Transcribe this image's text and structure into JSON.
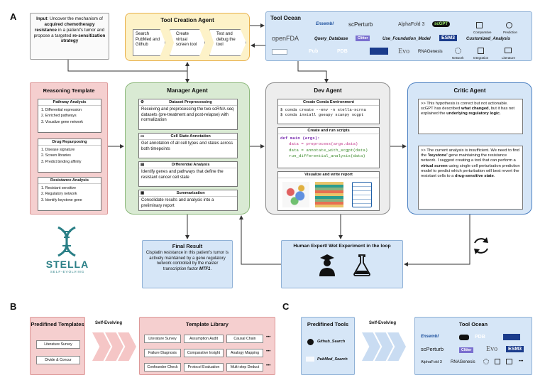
{
  "letters": {
    "a": "A",
    "b": "B",
    "c": "C"
  },
  "input": {
    "label": "Input",
    "text1": "Uncover the mechanism of",
    "bold1": "acquired chemotherapy resistance",
    "text2": "in a patient's tumor and propose a targeted",
    "bold2": "re-sensitization strategy"
  },
  "tool_creation": {
    "title": "Tool Creation Agent",
    "steps": [
      "Search PubMed and Github",
      "Create virtual screen tool",
      "Test and debug the tool"
    ]
  },
  "tool_ocean_a": {
    "title": "Tool Ocean",
    "row1": [
      "Ensembl",
      "scPerturb",
      "AlphaFold 3",
      "scGPT",
      "Comparative",
      "Prediction"
    ],
    "row2": [
      "openFDA",
      "Query_Database",
      "Clitter",
      "Use_Foundation_Model",
      "ESM3",
      "Customized_Analysis"
    ],
    "row3": [
      "Pub",
      "PDB",
      "Evo",
      "RNAGenesis",
      "Network",
      "Integration",
      "Literature"
    ]
  },
  "reasoning": {
    "title": "Reasoning Template",
    "groups": [
      {
        "name": "Pathway Analysis",
        "items": [
          "1. Differential expression",
          "2. Enriched pathways",
          "3. Visualize gene network"
        ]
      },
      {
        "name": "Drug Repurposing",
        "items": [
          "1. Disease signature",
          "2. Screen libraries",
          "3. Predict binding affinity"
        ]
      },
      {
        "name": "Resistance Analysis",
        "items": [
          "1. Resistant sensitive",
          "2. Regulatory network",
          "3. Identify keystone gene"
        ]
      }
    ]
  },
  "manager": {
    "title": "Manager Agent",
    "sections": [
      {
        "name": "Dataset Preprocessing",
        "text": "Receiving and preprocessing the two scRNA-seq datasets (pre-treatment and post-relapse) with normalization"
      },
      {
        "name": "Cell State Annotation",
        "text": "Get annotation of all cell types and states across both timepoints"
      },
      {
        "name": "Differential Analysis",
        "text": "Identify genes and pathways that define the resistant cancer cell state"
      },
      {
        "name": "Summarization",
        "text": "Consolidate results and analysis into a preliminary report"
      }
    ]
  },
  "dev": {
    "title": "Dev Agent",
    "env_title": "Create Conda Environment",
    "env_lines": [
      "$ conda create --env -n stella-scrna",
      "$ conda install gseapy scanpy scgpt"
    ],
    "script_title": "Create and run scripts",
    "code": [
      "def main (args):",
      "data = preprocess(args.data)",
      "data = annotate_with_scgpt(data)",
      "run_differential_analysis(data)"
    ],
    "viz_title": "Visualize and write report"
  },
  "critic": {
    "title": "Critic Agent",
    "p1a": ">> This hypothesis is correct but not actionable. scGPT has described",
    "p1b": "what changed",
    "p1c": ", but it has not explained the",
    "p1d": "underlying regulatory logic.",
    "p2a": ">> The current analysis is insufficient. We need to find the",
    "p2b": "'keystone'",
    "p2c": "gene maintaining the resistance network. I suggest creating a tool that can perform a",
    "p2d": "virtual screen",
    "p2e": "using single cell perturbation prediction model to predict which perturbation will best revert the resistant cells to a",
    "p2f": "drug-sensitive state",
    "p2g": "."
  },
  "final": {
    "title": "Final Result",
    "text1": "Cisplatin resistance in this patient's tumor is actively maintained by a gene regulatory network controlled by the master transcription factor",
    "bold": "MTF1",
    "text2": "."
  },
  "human": {
    "title": "Human Expert/ Wet Experiment in the loop"
  },
  "stella": {
    "name": "STELLA",
    "tag": "SELF-EVOLVING"
  },
  "panel_b": {
    "predefined_title": "Predifined Templates",
    "predefined_items": [
      "Literature Survey",
      "Divide & Concur"
    ],
    "self_evolving": "Self-Evolving",
    "library_title": "Template Library",
    "library_items": [
      "Literature Survey",
      "Assumption Audit",
      "Causal Chain",
      "Failure Diagnosis",
      "Comparative Insight",
      "Analogy Mapping",
      "Confounder Check",
      "Protocol Evaluation",
      "Multi-step Deduct"
    ],
    "ellipsis": "•••"
  },
  "panel_c": {
    "predefined_title": "Predifined Tools",
    "predefined_items": [
      "Github_Search",
      "PubMed_Search"
    ],
    "self_evolving": "Self-Evolving",
    "ocean_title": "Tool Ocean",
    "ocean_items": [
      "Ensembl",
      "PDB",
      "scPerturb",
      "Clitter",
      "Evo",
      "ESM3",
      "AlphaFold 3",
      "RNAGenesis"
    ],
    "ellipsis": "•••"
  },
  "colors": {
    "yellow": "#fdf2c8",
    "blue": "#d6e6f7",
    "pink": "#f5cfcf",
    "green": "#d9ead3",
    "grey": "#ededed",
    "teal": "#2a7f86"
  }
}
